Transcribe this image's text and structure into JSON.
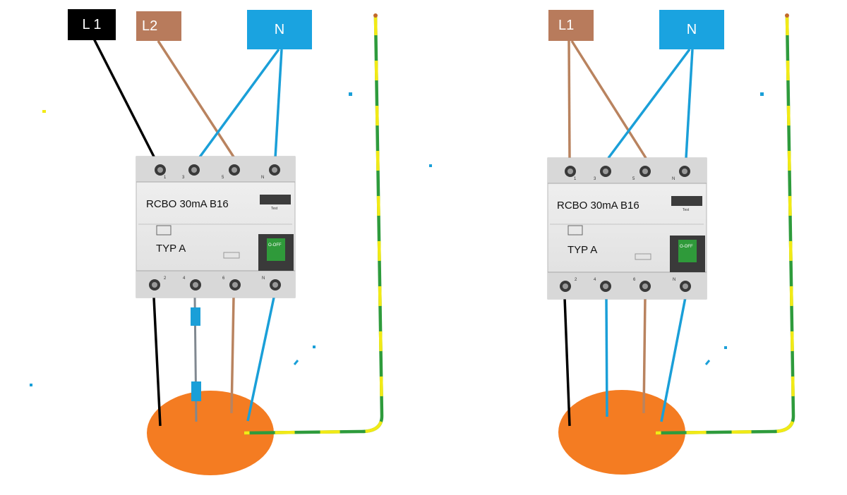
{
  "colors": {
    "black_wire": "#000000",
    "brown_wire": "#b9835f",
    "blue_wire": "#1a9fd8",
    "grey_wire": "#808890",
    "earth_green": "#2e9b3c",
    "earth_yellow": "#f2ea16",
    "load": "#f47c22",
    "device_body": "#e6e6e6",
    "device_dark": "#2a2a2a"
  },
  "diagrams": [
    {
      "labels": {
        "l1": "L 1",
        "l2": "L2",
        "n": "N"
      },
      "device": {
        "type_text": "RCBO 30mA  B16",
        "class_text": "TYP A",
        "switch_text": "O-OFF",
        "top_terminals": [
          "1",
          "3",
          "5",
          "N"
        ],
        "bottom_terminals": [
          "2",
          "4",
          "6",
          "N"
        ],
        "test_text": "Test"
      }
    },
    {
      "labels": {
        "l1": "L1",
        "n": "N"
      },
      "device": {
        "type_text": "RCBO 30mA  B16",
        "class_text": "TYP A",
        "switch_text": "O-OFF",
        "top_terminals": [
          "1",
          "3",
          "5",
          "N"
        ],
        "bottom_terminals": [
          "2",
          "4",
          "6",
          "N"
        ],
        "test_text": "Test"
      }
    }
  ]
}
